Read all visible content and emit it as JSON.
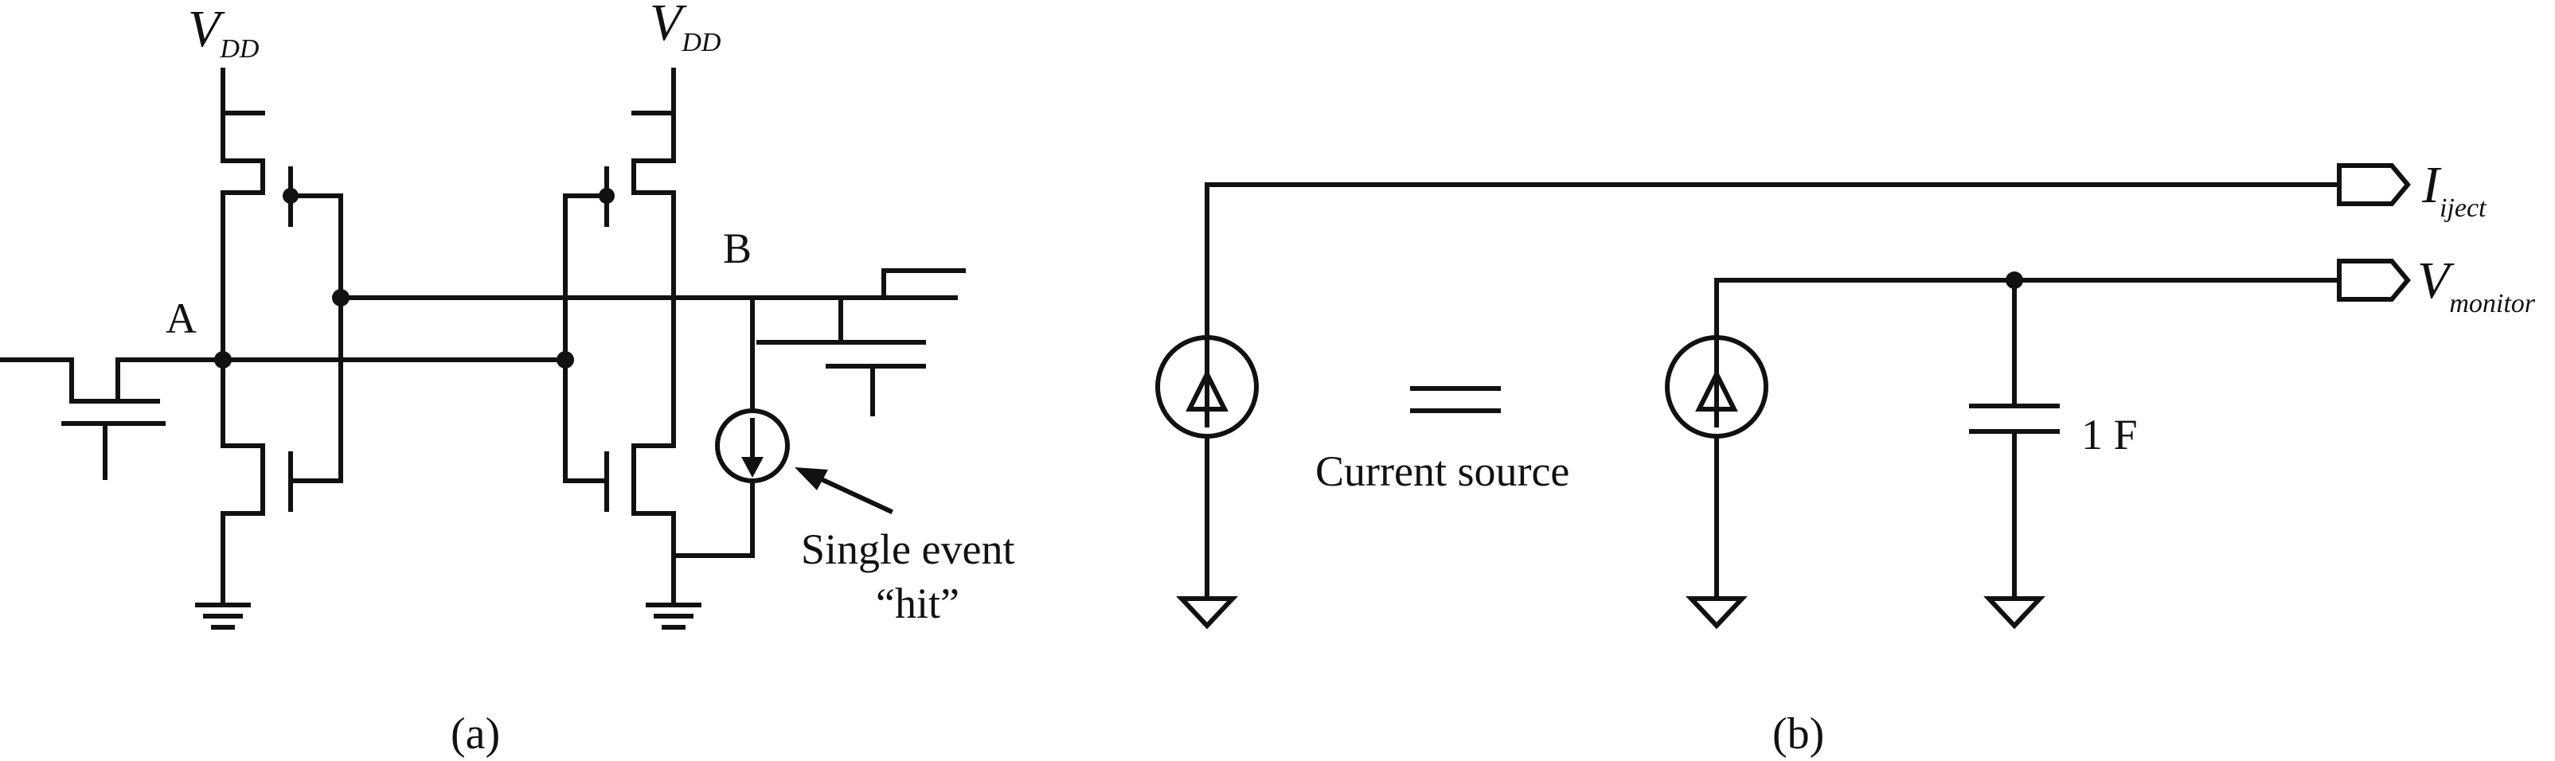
{
  "circuit_a": {
    "vdd_left": {
      "symbol": "V",
      "subscript": "DD"
    },
    "vdd_right": {
      "symbol": "V",
      "subscript": "DD"
    },
    "node_a": "A",
    "node_b": "B",
    "hit_label_line1": "Single event",
    "hit_label_line2": "“hit”",
    "caption": "(a)"
  },
  "circuit_b": {
    "equivalence_label": "Current source",
    "capacitor_label": "1 F",
    "port_inject": {
      "symbol": "I",
      "subscript": "iject"
    },
    "port_monitor": {
      "symbol": "V",
      "subscript": "monitor"
    },
    "caption": "(b)"
  }
}
